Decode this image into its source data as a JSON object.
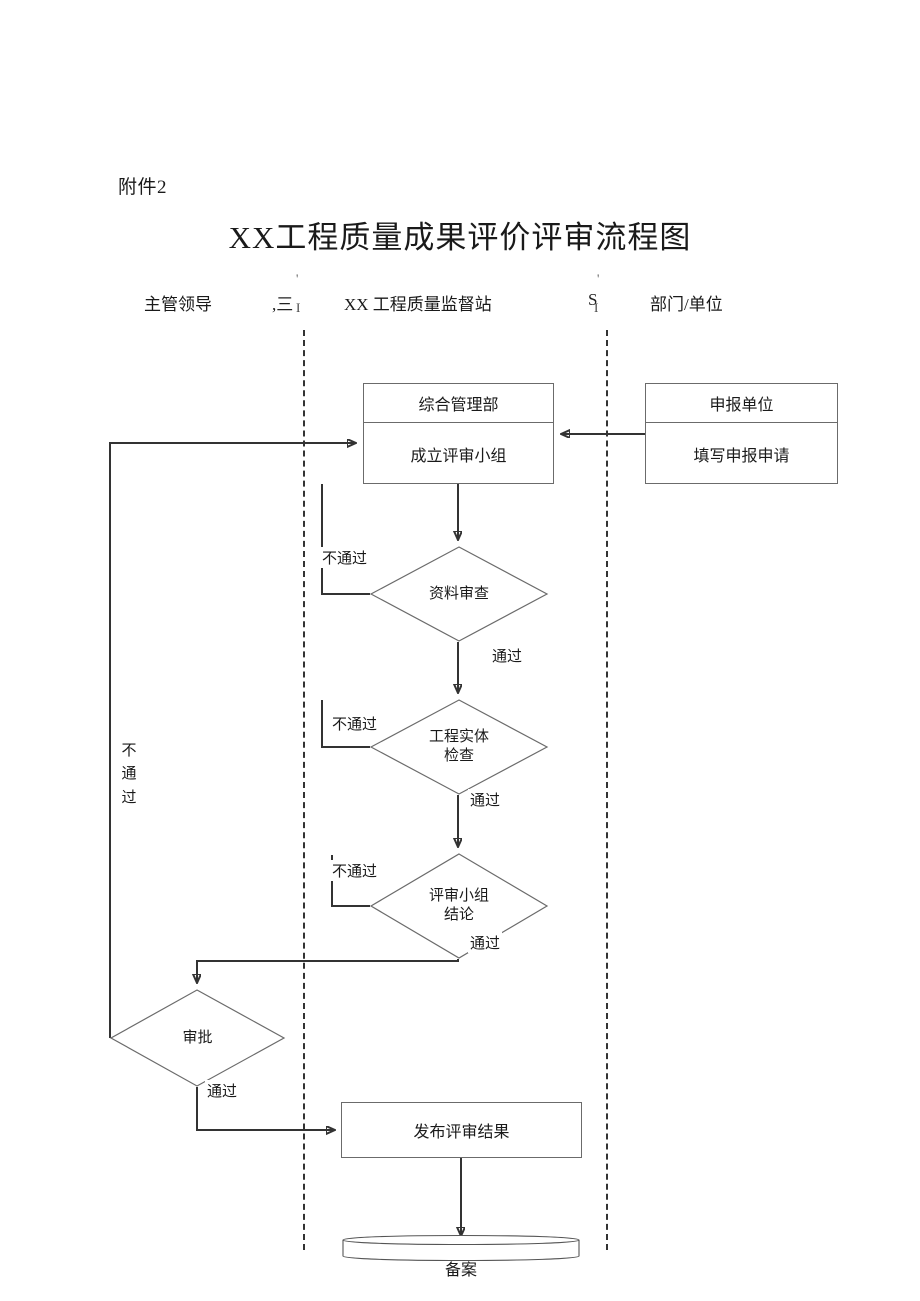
{
  "document": {
    "attachment_label": "附件2",
    "title": "XX工程质量成果评价评审流程图"
  },
  "lanes": {
    "labels": [
      {
        "id": "leader",
        "text": "主管领导"
      },
      {
        "id": "station",
        "text": "XX 工程质量监督站"
      },
      {
        "id": "unit",
        "text": "部门/单位"
      }
    ],
    "marks": [
      {
        "id": "left",
        "text": ",三",
        "cap": "'",
        "tick": "I"
      },
      {
        "id": "right",
        "text": "S",
        "cap": "'",
        "tick": "I"
      }
    ]
  },
  "nodes": {
    "admin_dept": {
      "header": "综合管理部",
      "body": "成立评审小组"
    },
    "applicant": {
      "header": "申报单位",
      "body": "填写申报申请"
    },
    "doc_review": {
      "label": "资料审查"
    },
    "site_inspect": {
      "label": "工程实体\n检查"
    },
    "panel_concl": {
      "label": "评审小组\n结论"
    },
    "approval": {
      "label": "审批"
    },
    "publish": {
      "label": "发布评审结果"
    },
    "archive": {
      "label": "备案"
    }
  },
  "edge_labels": {
    "fail_1": "不通过",
    "pass_1": "通过",
    "fail_2": "不通过",
    "pass_2": "通过",
    "fail_3": "不通过",
    "pass_3": "通过",
    "pass_4": "通过",
    "fail_main_1": "不",
    "fail_main_2": "通",
    "fail_main_3": "过"
  },
  "colors": {
    "shape_stroke": "#6b6b6b",
    "connector_stroke": "#333333",
    "divider_stroke": "#333333",
    "text": "#1a1a1a",
    "background": "#ffffff"
  }
}
